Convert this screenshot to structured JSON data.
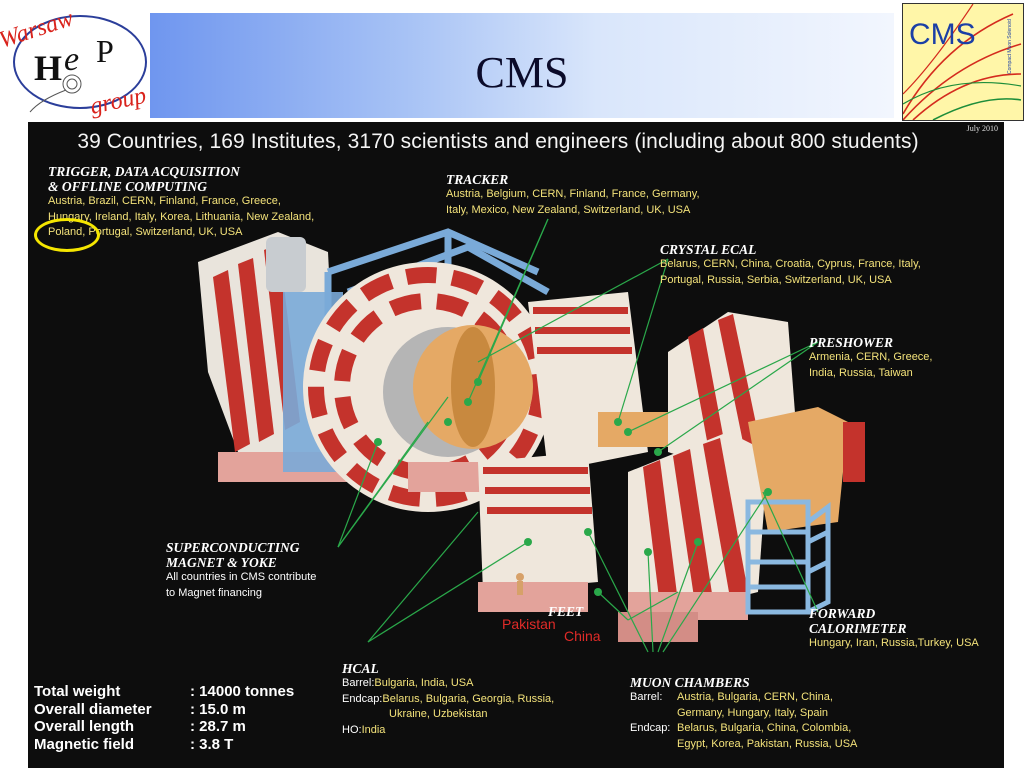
{
  "header": {
    "title": "CMS",
    "logo_left": {
      "top_text": "Warsaw",
      "letters": [
        "H",
        "e",
        "P"
      ],
      "bottom_text": "group"
    },
    "logo_right": {
      "text": "CMS",
      "side_text": "Compact Muon Solenoid"
    }
  },
  "poster": {
    "headline": "39 Countries, 169 Institutes, 3170 scientists and engineers (including about 800 students)",
    "date": "July 2010",
    "trigger": {
      "heading1": "TRIGGER, DATA ACQUISITION",
      "heading2": "& OFFLINE COMPUTING",
      "line1": "Austria, Brazil, CERN, Finland, France, Greece,",
      "line2": "Hungary, Ireland, Italy, Korea, Lithuania, New Zealand,",
      "line3": "Poland, Portugal, Switzerland, UK, USA"
    },
    "tracker": {
      "heading": "TRACKER",
      "line1": "Austria, Belgium, CERN, Finland, France, Germany,",
      "line2": "Italy, Mexico, New Zealand, Switzerland, UK, USA"
    },
    "ecal": {
      "heading": "CRYSTAL ECAL",
      "line1": "Belarus, CERN, China, Croatia, Cyprus, France, Italy,",
      "line2": "Portugal, Russia, Serbia, Switzerland, UK, USA"
    },
    "preshower": {
      "heading": "PRESHOWER",
      "line1": "Armenia, CERN, Greece,",
      "line2": "India, Russia, Taiwan"
    },
    "magnet": {
      "heading1": "SUPERCONDUCTING",
      "heading2": "MAGNET & YOKE",
      "line1": "All countries in CMS contribute",
      "line2": "to Magnet financing"
    },
    "feet": {
      "heading": "FEET",
      "pakistan": "Pakistan",
      "china": "China"
    },
    "forward": {
      "heading1": "FORWARD",
      "heading2": "CALORIMETER",
      "line1": "Hungary, Iran, Russia,Turkey, USA"
    },
    "hcal": {
      "heading": "HCAL",
      "barrel_label": "Barrel: ",
      "barrel": "Bulgaria, India, USA",
      "endcap_label": "Endcap: ",
      "endcap1": "Belarus, Bulgaria, Georgia, Russia,",
      "endcap2": "Ukraine, Uzbekistan",
      "ho_label": "HO: ",
      "ho": "India"
    },
    "muon": {
      "heading": "MUON CHAMBERS",
      "barrel_label": "Barrel:",
      "barrel1": "Austria, Bulgaria, CERN, China,",
      "barrel2": "Germany, Hungary, Italy, Spain",
      "endcap_label": "Endcap:",
      "endcap1": "Belarus, Bulgaria, China, Colombia,",
      "endcap2": "Egypt, Korea, Pakistan, Russia, USA"
    },
    "stats": [
      {
        "label": "Total weight",
        "value": ": 14000 tonnes"
      },
      {
        "label": "Overall diameter",
        "value": ": 15.0 m"
      },
      {
        "label": "Overall length",
        "value": ": 28.7 m"
      },
      {
        "label": "Magnetic field",
        "value": ": 3.8 T"
      }
    ]
  },
  "colors": {
    "poster_bg": "#0d0d0d",
    "heading": "#ffffff",
    "country_text": "#f3e27a",
    "pointer_lines": "#2aa84a",
    "highlight": "#f5e600",
    "yoke_red": "#c4332c"
  }
}
